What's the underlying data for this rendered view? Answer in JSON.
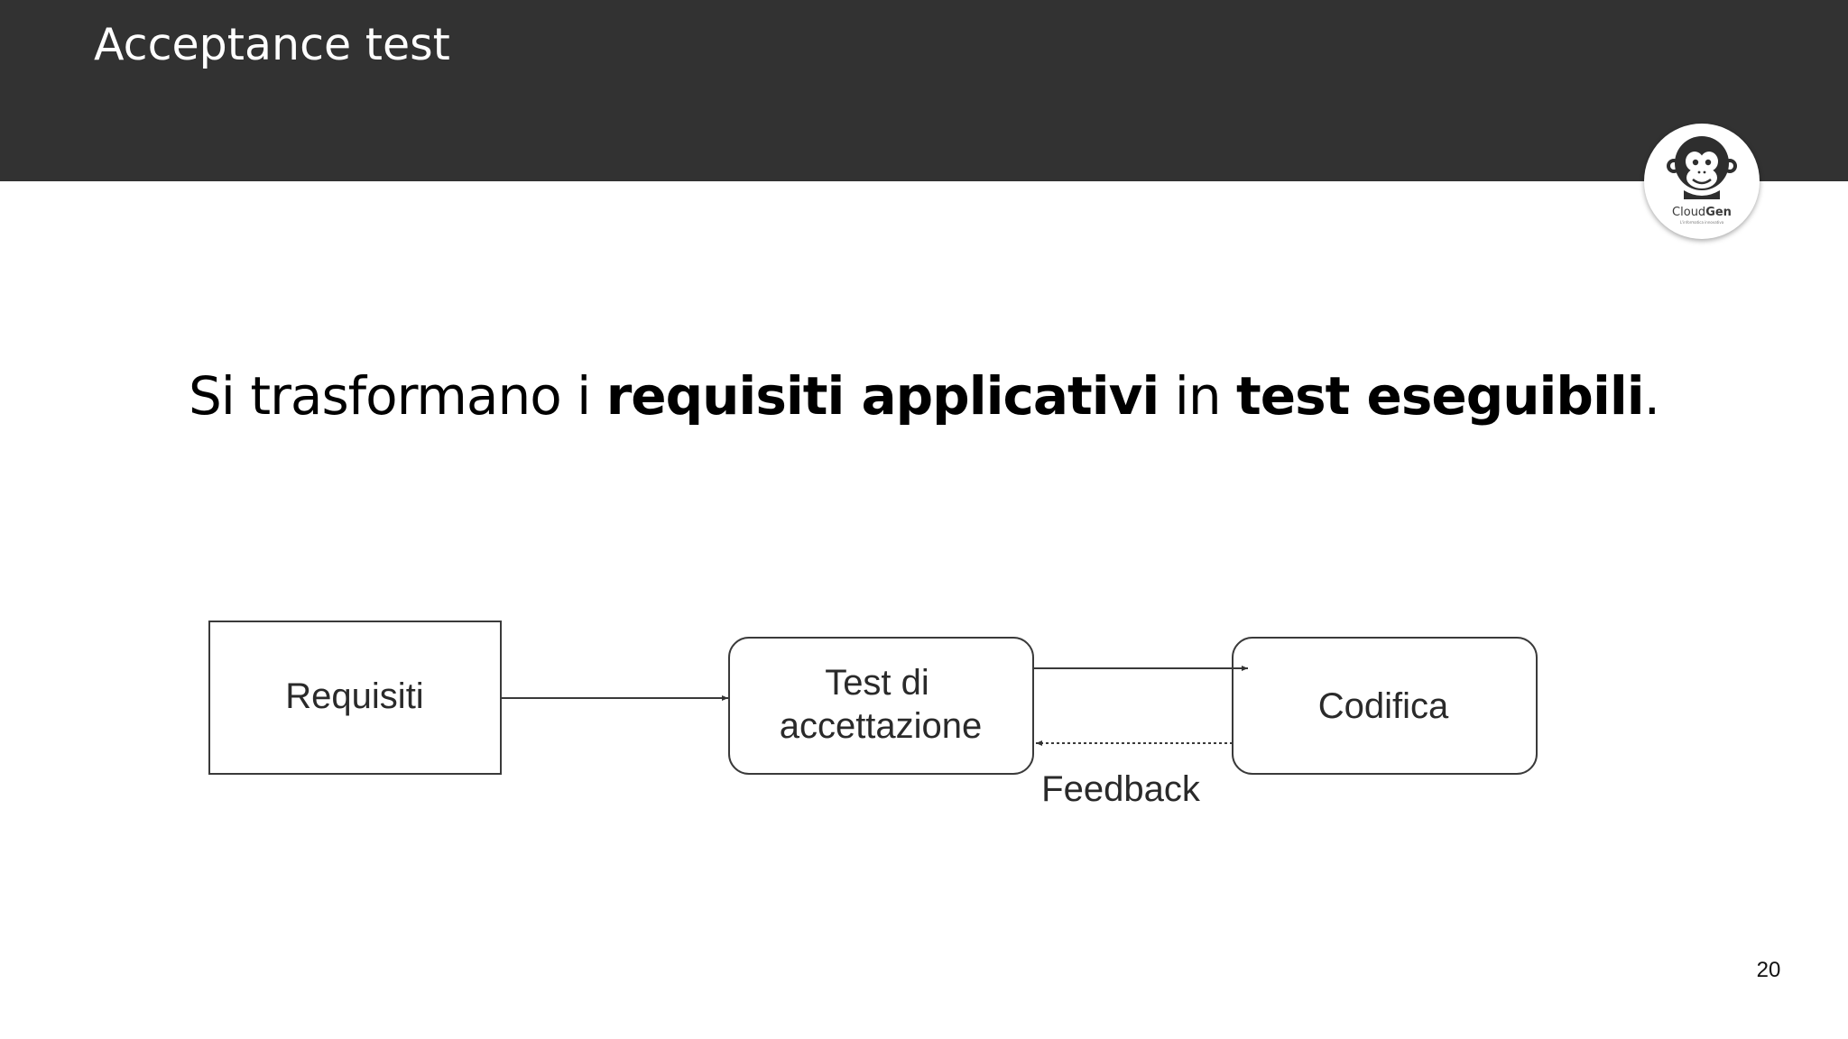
{
  "header": {
    "title": "Acceptance test",
    "background_color": "#323232"
  },
  "logo": {
    "name_light": "Cloud",
    "name_bold": "Gen",
    "tagline": "L'informatica innovativa",
    "icon": "monkey-face-icon"
  },
  "statement": {
    "part1": "Si trasformano i ",
    "bold1": "requisiti applicativi",
    "part2": " in ",
    "bold2": "test eseguibili",
    "part3": "."
  },
  "diagram": {
    "nodes": [
      {
        "id": "requisiti",
        "label": "Requisiti",
        "shape": "rectangle"
      },
      {
        "id": "test",
        "label_line1": "Test di",
        "label_line2": "accettazione",
        "shape": "rounded-rectangle"
      },
      {
        "id": "codifica",
        "label": "Codifica",
        "shape": "rounded-rectangle"
      }
    ],
    "edges": [
      {
        "from": "requisiti",
        "to": "test",
        "style": "solid"
      },
      {
        "from": "test",
        "to": "codifica",
        "style": "solid"
      },
      {
        "from": "codifica",
        "to": "test",
        "style": "dotted",
        "label": "Feedback"
      }
    ]
  },
  "footer": {
    "page_number": "20"
  }
}
